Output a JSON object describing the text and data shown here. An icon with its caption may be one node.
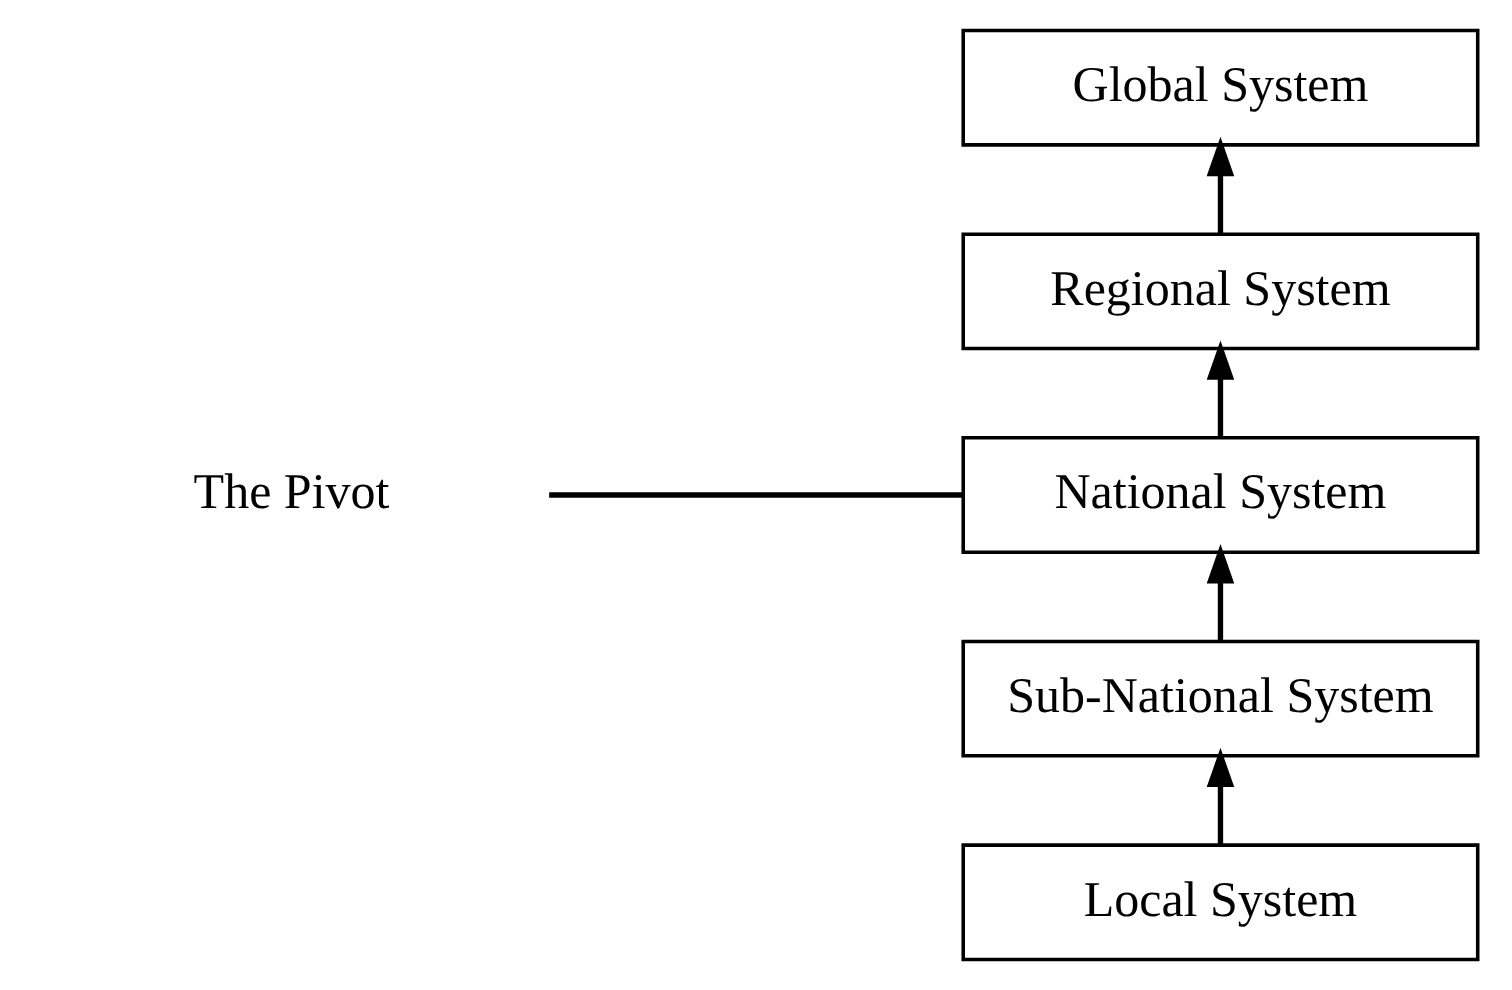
{
  "diagram": {
    "nodes": [
      {
        "text": [
          "Global System"
        ]
      },
      {
        "text": [
          "Regional System"
        ]
      },
      {
        "text": [
          "National System"
        ]
      },
      {
        "text": [
          "Sub-National System"
        ]
      },
      {
        "text": [
          "Local System"
        ]
      },
      {
        "text": [
          "The Pivot"
        ]
      }
    ],
    "edges": [
      {
        "from": 4,
        "to": 3,
        "arrow": "to"
      },
      {
        "from": 3,
        "to": 2,
        "arrow": "to"
      },
      {
        "from": 2,
        "to": 1,
        "arrow": "to"
      },
      {
        "from": 1,
        "to": 0,
        "arrow": "to"
      },
      {
        "from": 5,
        "to": 2,
        "arrow": "none"
      }
    ]
  }
}
